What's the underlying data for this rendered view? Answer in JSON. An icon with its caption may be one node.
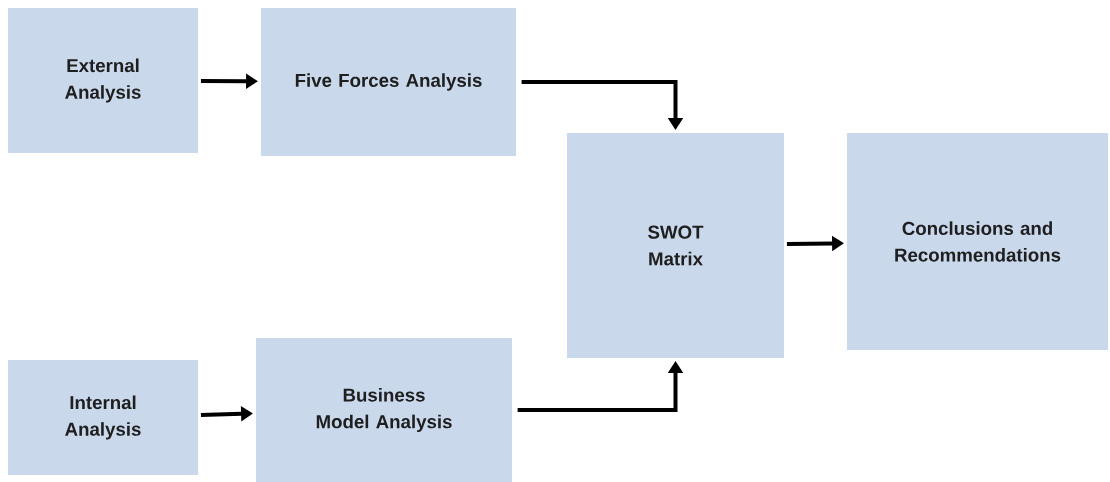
{
  "diagram": {
    "nodes": [
      {
        "text": [
          "External Analysis"
        ]
      },
      {
        "text": [
          "Five Forces Analysis"
        ]
      },
      {
        "text": [
          "SWOT Matrix"
        ]
      },
      {
        "text": [
          "Conclusions and Recommendations"
        ]
      },
      {
        "text": [
          "Internal Analysis"
        ]
      },
      {
        "text": [
          "Business Model Analysis"
        ]
      }
    ],
    "edges": [
      {
        "from": 0,
        "to": 1,
        "arrow": "to"
      },
      {
        "from": 1,
        "to": 2,
        "arrow": "to"
      },
      {
        "from": 4,
        "to": 5,
        "arrow": "to"
      },
      {
        "from": 5,
        "to": 2,
        "arrow": "to"
      },
      {
        "from": 2,
        "to": 3,
        "arrow": "to"
      }
    ]
  }
}
